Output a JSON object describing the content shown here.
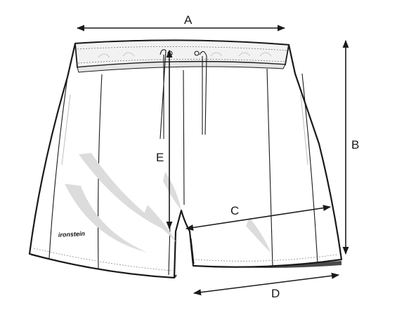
{
  "diagram": {
    "labels": {
      "a": "A",
      "b": "B",
      "c": "C",
      "d": "D",
      "e": "E"
    },
    "brand_text": "ironstein"
  },
  "colors": {
    "outline": "#1a1a1a",
    "shading": "#d8d8d8",
    "cord": "#bdbdbd"
  }
}
